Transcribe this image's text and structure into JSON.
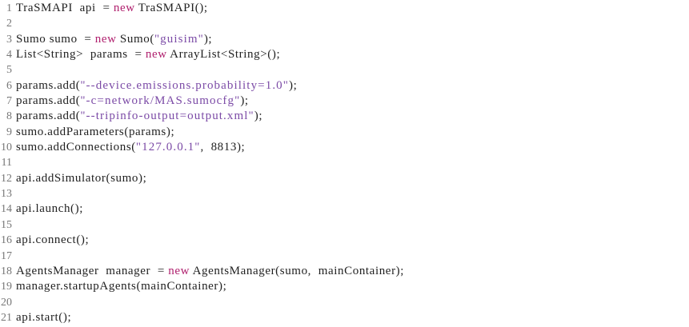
{
  "lines": [
    {
      "n": "1",
      "parts": [
        {
          "t": "TraSMAPI  api  = ",
          "k": "p"
        },
        {
          "t": "new",
          "k": "kw"
        },
        {
          "t": " TraSMAPI();",
          "k": "p"
        }
      ]
    },
    {
      "n": "2",
      "parts": []
    },
    {
      "n": "3",
      "parts": [
        {
          "t": "Sumo sumo  = ",
          "k": "p"
        },
        {
          "t": "new",
          "k": "kw"
        },
        {
          "t": " Sumo(",
          "k": "p"
        },
        {
          "t": "\"guisim\"",
          "k": "str"
        },
        {
          "t": ");",
          "k": "p"
        }
      ]
    },
    {
      "n": "4",
      "parts": [
        {
          "t": "List<String>  params  = ",
          "k": "p"
        },
        {
          "t": "new",
          "k": "kw"
        },
        {
          "t": " ArrayList<String>();",
          "k": "p"
        }
      ]
    },
    {
      "n": "5",
      "parts": []
    },
    {
      "n": "6",
      "parts": [
        {
          "t": "params.add(",
          "k": "p"
        },
        {
          "t": "\"--device.emissions.probability=1.0\"",
          "k": "str"
        },
        {
          "t": ");",
          "k": "p"
        }
      ]
    },
    {
      "n": "7",
      "parts": [
        {
          "t": "params.add(",
          "k": "p"
        },
        {
          "t": "\"-c=network/MAS.sumocfg\"",
          "k": "str"
        },
        {
          "t": ");",
          "k": "p"
        }
      ]
    },
    {
      "n": "8",
      "parts": [
        {
          "t": "params.add(",
          "k": "p"
        },
        {
          "t": "\"--tripinfo-output=output.xml\"",
          "k": "str"
        },
        {
          "t": ");",
          "k": "p"
        }
      ]
    },
    {
      "n": "9",
      "parts": [
        {
          "t": "sumo.addParameters(params);",
          "k": "p"
        }
      ]
    },
    {
      "n": "10",
      "parts": [
        {
          "t": "sumo.addConnections(",
          "k": "p"
        },
        {
          "t": "\"127.0.0.1\"",
          "k": "str"
        },
        {
          "t": ",  8813);",
          "k": "p"
        }
      ]
    },
    {
      "n": "11",
      "parts": []
    },
    {
      "n": "12",
      "parts": [
        {
          "t": "api.addSimulator(sumo);",
          "k": "p"
        }
      ]
    },
    {
      "n": "13",
      "parts": []
    },
    {
      "n": "14",
      "parts": [
        {
          "t": "api.launch();",
          "k": "p"
        }
      ]
    },
    {
      "n": "15",
      "parts": []
    },
    {
      "n": "16",
      "parts": [
        {
          "t": "api.connect();",
          "k": "p"
        }
      ]
    },
    {
      "n": "17",
      "parts": []
    },
    {
      "n": "18",
      "parts": [
        {
          "t": "AgentsManager  manager  = ",
          "k": "p"
        },
        {
          "t": "new",
          "k": "kw"
        },
        {
          "t": " AgentsManager(sumo,  mainContainer);",
          "k": "p"
        }
      ]
    },
    {
      "n": "19",
      "parts": [
        {
          "t": "manager.startupAgents(mainContainer);",
          "k": "p"
        }
      ]
    },
    {
      "n": "20",
      "parts": []
    },
    {
      "n": "21",
      "parts": [
        {
          "t": "api.start();",
          "k": "p"
        }
      ]
    }
  ]
}
